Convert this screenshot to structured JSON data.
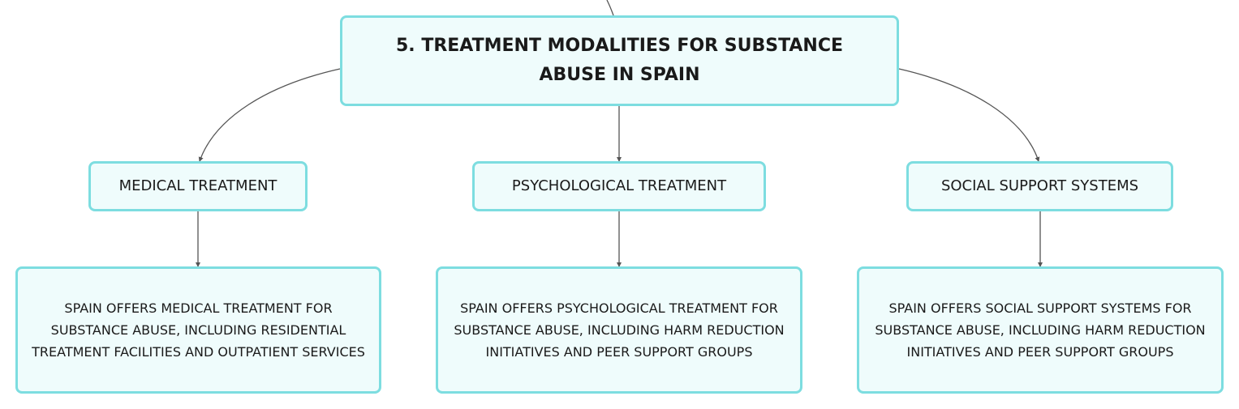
{
  "diagram": {
    "root": {
      "label": "5. TREATMENT MODALITIES FOR SUBSTANCE ABUSE IN SPAIN"
    },
    "branches": [
      {
        "label": "MEDICAL TREATMENT",
        "detail": "SPAIN OFFERS MEDICAL TREATMENT FOR SUBSTANCE ABUSE, INCLUDING RESIDENTIAL TREATMENT FACILITIES AND OUTPATIENT SERVICES"
      },
      {
        "label": "PSYCHOLOGICAL TREATMENT",
        "detail": "SPAIN OFFERS PSYCHOLOGICAL TREATMENT FOR SUBSTANCE ABUSE, INCLUDING HARM REDUCTION INITIATIVES AND PEER SUPPORT GROUPS"
      },
      {
        "label": "SOCIAL SUPPORT SYSTEMS",
        "detail": "SPAIN OFFERS SOCIAL SUPPORT SYSTEMS FOR SUBSTANCE ABUSE, INCLUDING HARM REDUCTION INITIATIVES AND PEER SUPPORT GROUPS"
      }
    ],
    "colors": {
      "node_fill": "#effcfc",
      "node_border": "#7ddde0",
      "connector": "#555555",
      "text": "#1a1a1a"
    }
  }
}
